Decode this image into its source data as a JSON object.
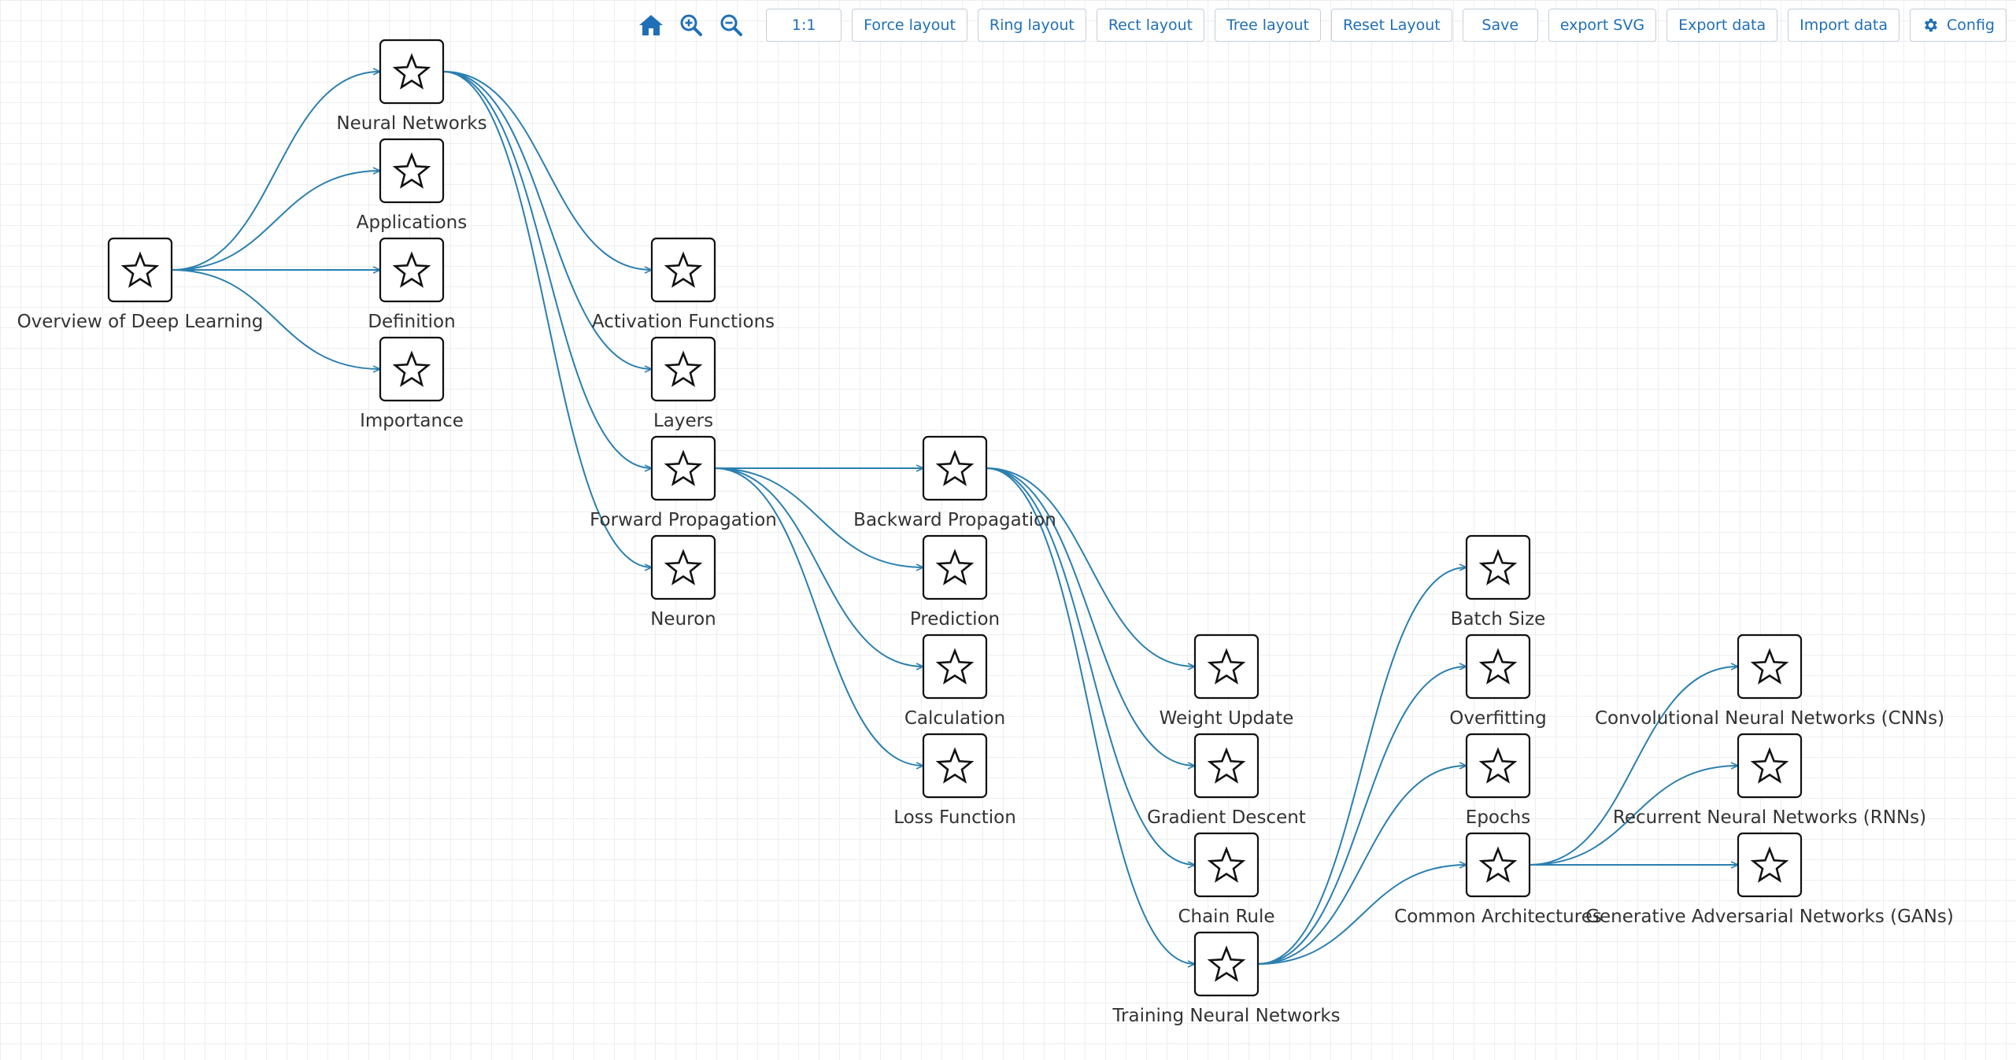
{
  "toolbar": {
    "icons": [
      {
        "name": "home-icon"
      },
      {
        "name": "zoom-in-icon"
      },
      {
        "name": "zoom-out-icon"
      }
    ],
    "buttons": [
      {
        "id": "zoom-reset",
        "label": "1:1"
      },
      {
        "id": "force-layout",
        "label": "Force layout"
      },
      {
        "id": "ring-layout",
        "label": "Ring layout"
      },
      {
        "id": "rect-layout",
        "label": "Rect layout"
      },
      {
        "id": "tree-layout",
        "label": "Tree layout"
      },
      {
        "id": "reset-layout",
        "label": "Reset Layout"
      },
      {
        "id": "save",
        "label": "Save"
      },
      {
        "id": "export-svg",
        "label": "export SVG"
      },
      {
        "id": "export-data",
        "label": "Export data"
      },
      {
        "id": "import-data",
        "label": "Import data"
      },
      {
        "id": "config",
        "label": "Config",
        "icon": "gear-icon"
      }
    ],
    "accent_color": "#1f6fb8"
  },
  "graph": {
    "node_icon": "star-icon",
    "edge_color": "#2a7fb0",
    "nodes": [
      {
        "id": "overview",
        "label": "Overview of Deep Learning"
      },
      {
        "id": "nn",
        "label": "Neural Networks"
      },
      {
        "id": "applications",
        "label": "Applications"
      },
      {
        "id": "definition",
        "label": "Definition"
      },
      {
        "id": "importance",
        "label": "Importance"
      },
      {
        "id": "activation",
        "label": "Activation Functions"
      },
      {
        "id": "layers",
        "label": "Layers"
      },
      {
        "id": "forward",
        "label": "Forward Propagation"
      },
      {
        "id": "neuron",
        "label": "Neuron"
      },
      {
        "id": "backward",
        "label": "Backward Propagation"
      },
      {
        "id": "prediction",
        "label": "Prediction"
      },
      {
        "id": "calculation",
        "label": "Calculation"
      },
      {
        "id": "loss",
        "label": "Loss Function"
      },
      {
        "id": "weight",
        "label": "Weight Update"
      },
      {
        "id": "gradient",
        "label": "Gradient Descent"
      },
      {
        "id": "chain",
        "label": "Chain Rule"
      },
      {
        "id": "training",
        "label": "Training Neural Networks"
      },
      {
        "id": "batch",
        "label": "Batch Size"
      },
      {
        "id": "overfitting",
        "label": "Overfitting"
      },
      {
        "id": "epochs",
        "label": "Epochs"
      },
      {
        "id": "architectures",
        "label": "Common Architectures"
      },
      {
        "id": "cnn",
        "label": "Convolutional Neural Networks (CNNs)"
      },
      {
        "id": "rnn",
        "label": "Recurrent Neural Networks (RNNs)"
      },
      {
        "id": "gan",
        "label": "Generative Adversarial Networks (GANs)"
      }
    ],
    "edges": [
      [
        "overview",
        "nn"
      ],
      [
        "overview",
        "applications"
      ],
      [
        "overview",
        "definition"
      ],
      [
        "overview",
        "importance"
      ],
      [
        "nn",
        "activation"
      ],
      [
        "nn",
        "layers"
      ],
      [
        "nn",
        "forward"
      ],
      [
        "nn",
        "neuron"
      ],
      [
        "forward",
        "backward"
      ],
      [
        "forward",
        "prediction"
      ],
      [
        "forward",
        "calculation"
      ],
      [
        "forward",
        "loss"
      ],
      [
        "backward",
        "weight"
      ],
      [
        "backward",
        "gradient"
      ],
      [
        "backward",
        "chain"
      ],
      [
        "backward",
        "training"
      ],
      [
        "training",
        "batch"
      ],
      [
        "training",
        "overfitting"
      ],
      [
        "training",
        "epochs"
      ],
      [
        "training",
        "architectures"
      ],
      [
        "architectures",
        "cnn"
      ],
      [
        "architectures",
        "rnn"
      ],
      [
        "architectures",
        "gan"
      ]
    ]
  }
}
